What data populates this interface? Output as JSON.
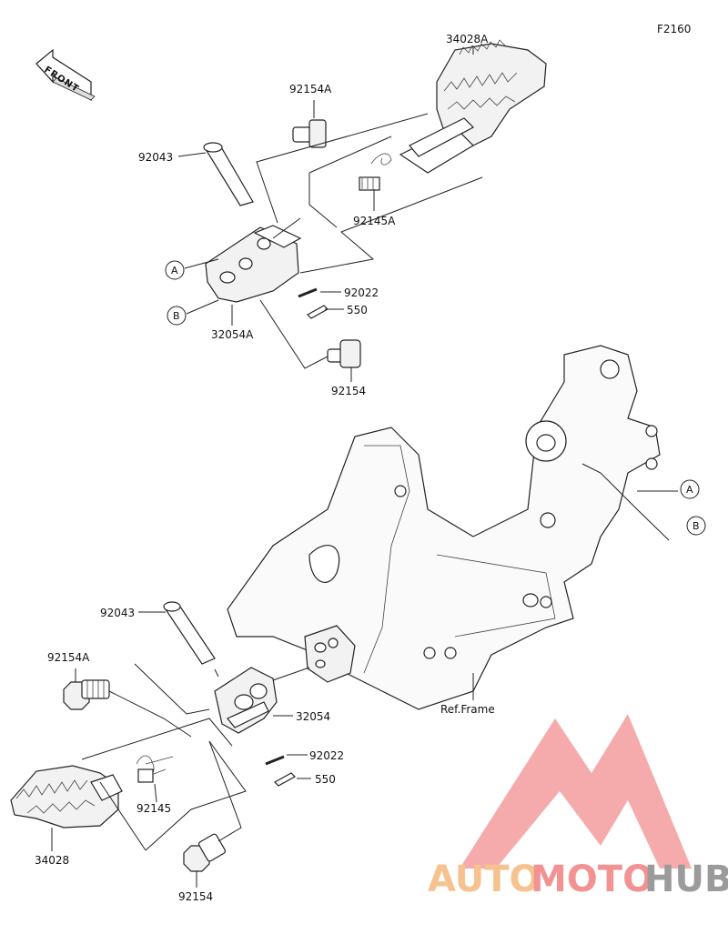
{
  "figure_code": "F2160",
  "front_label": "FRONT",
  "callouts": {
    "a": "A",
    "b": "B"
  },
  "upper_assembly": {
    "footpeg": "34028A",
    "bolt_top": "92154A",
    "pin": "92043",
    "spring": "92145A",
    "bracket": "32054A",
    "washer": "92022",
    "cotter": "550",
    "bolt_bottom": "92154"
  },
  "lower_assembly": {
    "pin": "92043",
    "bolt_top": "92154A",
    "bracket": "32054",
    "washer": "92022",
    "cotter": "550",
    "spring": "92145",
    "footpeg": "34028",
    "bolt_bottom": "92154"
  },
  "frame_label": "Ref.Frame",
  "watermark": {
    "part1": "AUTO",
    "part2": "MOTO",
    "part3": "HUB",
    "colors": {
      "auto": "#f5b87c",
      "moto": "#f08080",
      "hub": "#8a8a8a",
      "triangle": "#f07c7c"
    }
  }
}
